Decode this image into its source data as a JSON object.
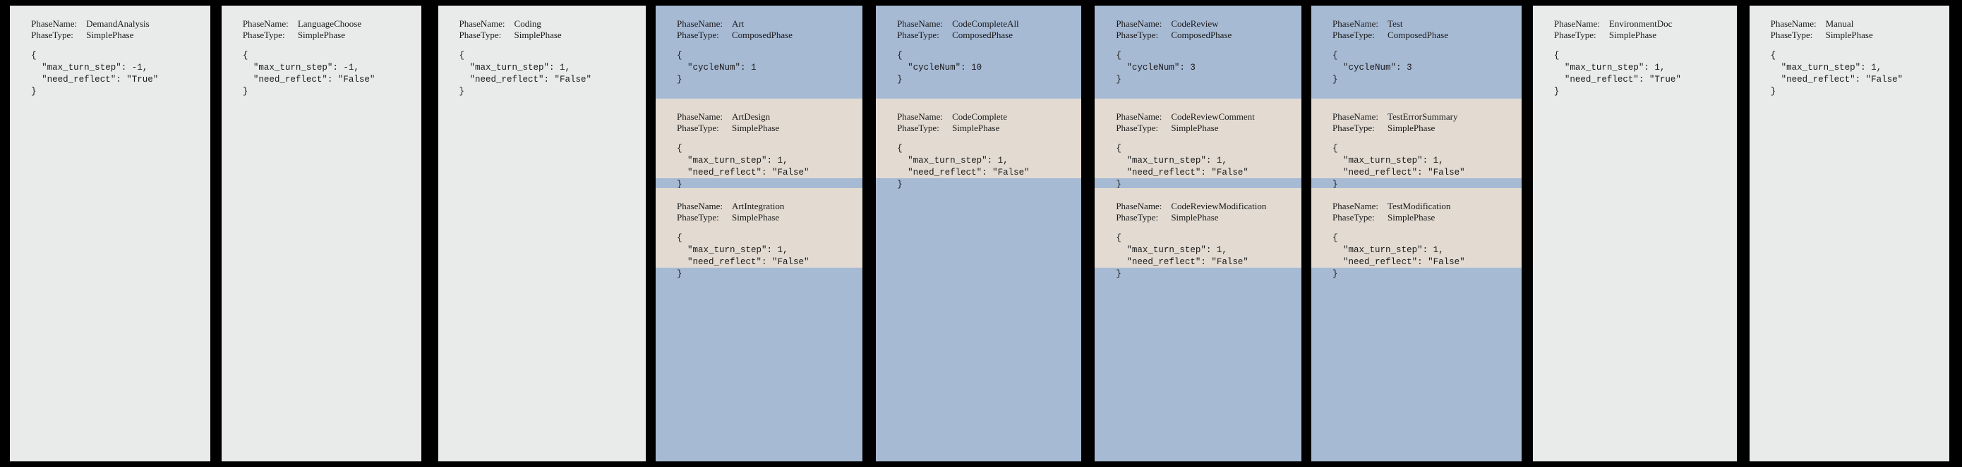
{
  "theme": {
    "background": "#000000",
    "simple_phase_bg": "#e8ebea",
    "composed_header_bg": "#a7bad4",
    "composed_sub_bg": "#e3dbd2",
    "text": "#1a1a1a"
  },
  "labels": {
    "phase_name": "PhaseName:",
    "phase_type": "PhaseType:"
  },
  "columns": [
    {
      "kind": "simple",
      "blocks": [
        {
          "style": "plain",
          "phase_name": "DemandAnalysis",
          "phase_type": "SimplePhase",
          "json_lines": [
            "{",
            "  \"max_turn_step\": -1,",
            "  \"need_reflect\": \"True\"",
            "}"
          ]
        }
      ]
    },
    {
      "kind": "simple",
      "blocks": [
        {
          "style": "plain",
          "phase_name": "LanguageChoose",
          "phase_type": "SimplePhase",
          "json_lines": [
            "{",
            "  \"max_turn_step\": -1,",
            "  \"need_reflect\": \"False\"",
            "}"
          ]
        }
      ]
    },
    {
      "kind": "simple",
      "blocks": [
        {
          "style": "plain",
          "phase_name": "Coding",
          "phase_type": "SimplePhase",
          "json_lines": [
            "{",
            "  \"max_turn_step\": 1,",
            "  \"need_reflect\": \"False\"",
            "}"
          ]
        }
      ]
    },
    {
      "kind": "composed",
      "blocks": [
        {
          "style": "header",
          "phase_name": "Art",
          "phase_type": "ComposedPhase",
          "json_lines": [
            "{",
            "  \"cycleNum\": 1",
            "}"
          ]
        },
        {
          "style": "sub",
          "phase_name": "ArtDesign",
          "phase_type": "SimplePhase",
          "json_lines": [
            "{",
            "  \"max_turn_step\": 1,",
            "  \"need_reflect\": \"False\"",
            "}"
          ]
        },
        {
          "style": "sub",
          "phase_name": "ArtIntegration",
          "phase_type": "SimplePhase",
          "json_lines": [
            "{",
            "  \"max_turn_step\": 1,",
            "  \"need_reflect\": \"False\"",
            "}"
          ]
        }
      ]
    },
    {
      "kind": "composed",
      "blocks": [
        {
          "style": "header",
          "phase_name": "CodeCompleteAll",
          "phase_type": "ComposedPhase",
          "json_lines": [
            "{",
            "  \"cycleNum\": 10",
            "}"
          ]
        },
        {
          "style": "sub",
          "phase_name": "CodeComplete",
          "phase_type": "SimplePhase",
          "json_lines": [
            "{",
            "  \"max_turn_step\": 1,",
            "  \"need_reflect\": \"False\"",
            "}"
          ]
        }
      ]
    },
    {
      "kind": "composed",
      "blocks": [
        {
          "style": "header",
          "phase_name": "CodeReview",
          "phase_type": "ComposedPhase",
          "json_lines": [
            "{",
            "  \"cycleNum\": 3",
            "}"
          ]
        },
        {
          "style": "sub",
          "phase_name": "CodeReviewComment",
          "phase_type": "SimplePhase",
          "json_lines": [
            "{",
            "  \"max_turn_step\": 1,",
            "  \"need_reflect\": \"False\"",
            "}"
          ]
        },
        {
          "style": "sub",
          "phase_name": "CodeReviewModification",
          "phase_type": "SimplePhase",
          "json_lines": [
            "{",
            "  \"max_turn_step\": 1,",
            "  \"need_reflect\": \"False\"",
            "}"
          ]
        }
      ]
    },
    {
      "kind": "composed",
      "blocks": [
        {
          "style": "header",
          "phase_name": "Test",
          "phase_type": "ComposedPhase",
          "json_lines": [
            "{",
            "  \"cycleNum\": 3",
            "}"
          ]
        },
        {
          "style": "sub",
          "phase_name": "TestErrorSummary",
          "phase_type": "SimplePhase",
          "json_lines": [
            "{",
            "  \"max_turn_step\": 1,",
            "  \"need_reflect\": \"False\"",
            "}"
          ]
        },
        {
          "style": "sub",
          "phase_name": "TestModification",
          "phase_type": "SimplePhase",
          "json_lines": [
            "{",
            "  \"max_turn_step\": 1,",
            "  \"need_reflect\": \"False\"",
            "}"
          ]
        }
      ]
    },
    {
      "kind": "simple",
      "blocks": [
        {
          "style": "plain",
          "phase_name": "EnvironmentDoc",
          "phase_type": "SimplePhase",
          "json_lines": [
            "{",
            "  \"max_turn_step\": 1,",
            "  \"need_reflect\": \"True\"",
            "}"
          ]
        }
      ]
    },
    {
      "kind": "simple",
      "blocks": [
        {
          "style": "plain",
          "phase_name": "Manual",
          "phase_type": "SimplePhase",
          "json_lines": [
            "{",
            "  \"max_turn_step\": 1,",
            "  \"need_reflect\": \"False\"",
            "}"
          ]
        }
      ]
    }
  ]
}
